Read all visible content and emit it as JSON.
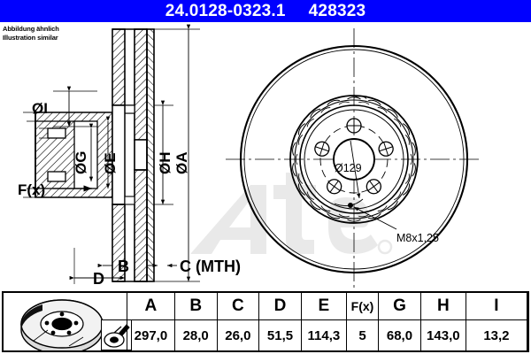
{
  "header": {
    "part_number": "24.0128-0323.1",
    "reference_number": "428323",
    "background_color": "#0000ff",
    "text_color": "#ffffff"
  },
  "notice": {
    "line_de": "Abbildung ähnlich",
    "line_en": "Illustration similar"
  },
  "watermark": {
    "text": "ate",
    "color": "#e8e8e8"
  },
  "drawing": {
    "section_view": {
      "dimension_labels": [
        {
          "key": "I",
          "label": "ØI"
        },
        {
          "key": "G",
          "label": "ØG"
        },
        {
          "key": "E",
          "label": "ØE"
        },
        {
          "key": "H",
          "label": "ØH"
        },
        {
          "key": "A",
          "label": "ØA"
        },
        {
          "key": "Fx",
          "label": "F(x)"
        },
        {
          "key": "B",
          "label": "B"
        },
        {
          "key": "C",
          "label": "C (MTH)"
        },
        {
          "key": "D",
          "label": "D"
        }
      ]
    },
    "front_view": {
      "center_bore_label": "Ø129",
      "thread_label": "M8x1,25",
      "bolt_hole_count": 5
    }
  },
  "table": {
    "headers": [
      "A",
      "B",
      "C",
      "D",
      "E",
      "F(x)",
      "G",
      "H",
      "I"
    ],
    "values": [
      "297,0",
      "28,0",
      "26,0",
      "51,5",
      "114,3",
      "5",
      "68,0",
      "143,0",
      "13,2"
    ]
  },
  "icons": {
    "disc_photo": "brake-disc-3d-icon",
    "tool_photo": "brake-disc-tool-icon"
  }
}
